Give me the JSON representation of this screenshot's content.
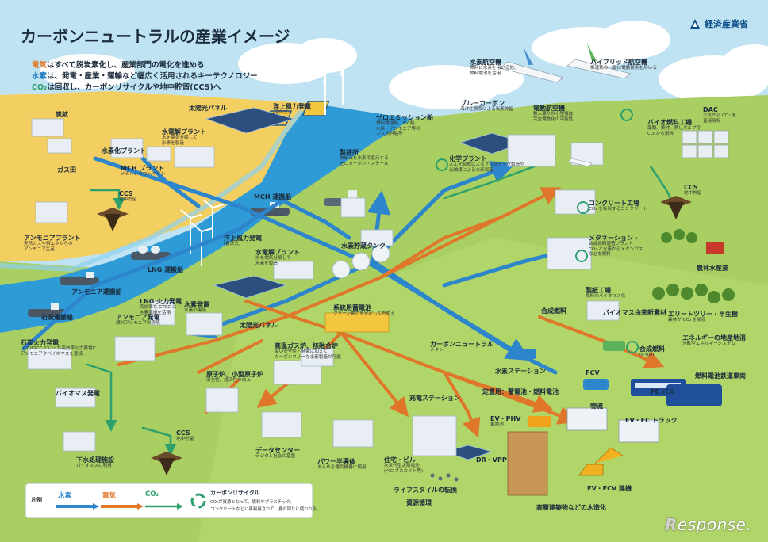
{
  "header": {
    "title": "カーボンニュートラルの産業イメージ",
    "ministry": "経済産業省",
    "intro": [
      {
        "keyword": "電気",
        "rest": "はすべて脱炭素化し、産業部門の電化を進める"
      },
      {
        "keyword": "水素",
        "rest": "は、発電・産業・運輸など幅広く活用されるキーテクノロジー"
      },
      {
        "keyword": "CO₂",
        "rest": "は回収し、カーボンリサイクルや地中貯留(CCS)へ"
      }
    ]
  },
  "colors": {
    "hydrogen": "#2d86cc",
    "electricity": "#e0762a",
    "co2": "#2ea06c",
    "sea": "#2f9bd6",
    "sky": "#bfe3f2",
    "land": "#a9cf62",
    "desert": "#f3cf62"
  },
  "labels": [
    {
      "id": "coal-mine",
      "title": "炭鉱",
      "sub": []
    },
    {
      "id": "gas-field",
      "title": "ガス田",
      "sub": []
    },
    {
      "id": "hydrogen-plant",
      "title": "水素化プラント",
      "sub": []
    },
    {
      "id": "solar-panel-1",
      "title": "太陽光パネル",
      "sub": []
    },
    {
      "id": "electrolysis-plant-1",
      "title": "水電解プラント",
      "sub": [
        "水を電気分解して",
        "水素を製造"
      ]
    },
    {
      "id": "mch-plant",
      "title": "MCH プラント",
      "sub": [
        "メチルシクロヘキサン"
      ]
    },
    {
      "id": "ccs-1",
      "title": "CCS",
      "sub": [
        "地中貯留"
      ]
    },
    {
      "id": "ammonia-plant",
      "title": "アンモニアプラント",
      "sub": [
        "天然ガスや再エネからの",
        "アンモニア生産"
      ]
    },
    {
      "id": "offshore-wind-floating",
      "title": "洋上風力発電",
      "sub": [
        "(浮体式)"
      ]
    },
    {
      "id": "offshore-wind-fixed",
      "title": "洋上風力発電",
      "sub": [
        "(着床式)"
      ]
    },
    {
      "id": "mch-ship",
      "title": "MCH 運搬船",
      "sub": []
    },
    {
      "id": "lng-ship",
      "title": "LNG 運搬船",
      "sub": []
    },
    {
      "id": "ammonia-ship",
      "title": "アンモニア運搬船",
      "sub": []
    },
    {
      "id": "coal-ship",
      "title": "石炭運搬船",
      "sub": []
    },
    {
      "id": "electrolysis-plant-2",
      "title": "水電解プラント",
      "sub": [
        "水を電気分解して",
        "水素を製造"
      ]
    },
    {
      "id": "zero-emission-ship",
      "title": "ゼロエミッション船",
      "sub": [
        "燃料電池船、EV 船、",
        "水素・アンモニア等の",
        "ガス燃料船等"
      ]
    },
    {
      "id": "steel-mill",
      "title": "製鉄所",
      "sub": [
        "鉄鉱石を水素で還元する",
        "ゼロカーボン・スチール"
      ]
    },
    {
      "id": "blue-carbon",
      "title": "ブルーカーボン",
      "sub": [
        "海洋生態系による炭素貯留"
      ]
    },
    {
      "id": "hydrogen-tank",
      "title": "水素貯蔵タンク",
      "sub": []
    },
    {
      "id": "chemical-plant",
      "title": "化学プラント",
      "sub": [
        "人工光合成によるプラスチック製造や",
        "光触媒による水素製造"
      ]
    },
    {
      "id": "hydrogen-aircraft",
      "title": "水素航空機",
      "sub": [
        "燃料に水素を用いる他、",
        "燃料電池を活用"
      ]
    },
    {
      "id": "hybrid-aircraft",
      "title": "ハイブリッド航空機",
      "sub": [
        "推進系の一部に電動技術を用いる"
      ]
    },
    {
      "id": "electric-aircraft",
      "title": "電動航空機",
      "sub": [
        "数人乗りの小型機は",
        "完全電動化の可能性"
      ]
    },
    {
      "id": "biofuel-plant",
      "title": "バイオ燃料工場",
      "sub": [
        "藻類、廃材、蔗しパルプで",
        "CO₂から燃料"
      ]
    },
    {
      "id": "dac",
      "title": "DAC",
      "sub": [
        "大気から CO₂ を",
        "直接吸収"
      ]
    },
    {
      "id": "ccs-2",
      "title": "CCS",
      "sub": [
        "地中貯留"
      ]
    },
    {
      "id": "concrete-plant",
      "title": "コンクリート工場",
      "sub": [
        "CO₂ を吸収するコンクリート"
      ]
    },
    {
      "id": "methanation-plant",
      "title": "メタネーション・",
      "sub": [
        "合成燃料製造プラント",
        "CO₂ と水素からメタンガス",
        "などを燃料"
      ]
    },
    {
      "id": "agriculture",
      "title": "農林水産業",
      "sub": []
    },
    {
      "id": "lng-power",
      "title": "LNG 火力発電",
      "sub": [
        "高効率な GTCC に",
        "水素混焼を活用"
      ]
    },
    {
      "id": "hydrogen-power",
      "title": "水素発電",
      "sub": [
        "水素の専焼"
      ]
    },
    {
      "id": "solar-panel-2",
      "title": "太陽光パネル",
      "sub": []
    },
    {
      "id": "storage-battery",
      "title": "系統用蓄電池",
      "sub": [
        "クリーン電力を安定して貯める"
      ]
    },
    {
      "id": "ammonia-power",
      "title": "アンモニア発電",
      "sub": [
        "燃料アンモニアの専焼"
      ]
    },
    {
      "id": "coal-power",
      "title": "石炭火力発電",
      "sub": [
        "USC/IGCC といった高効率火力発電に",
        "アンモニアやバイオマスを混焼"
      ]
    },
    {
      "id": "htgr",
      "title": "高温ガス炉、核融合炉",
      "sub": [
        "高い安全性・発電に加えて",
        "カーボンフリーな水素製造が可能"
      ]
    },
    {
      "id": "nuclear",
      "title": "原子炉、小型原子炉",
      "sub": [
        "安全性、経済性の向上"
      ]
    },
    {
      "id": "biomass-power",
      "title": "バイオマス発電",
      "sub": []
    },
    {
      "id": "sewage",
      "title": "下水処理施設",
      "sub": [
        "バイオマスに利用"
      ]
    },
    {
      "id": "ccs-3",
      "title": "CCS",
      "sub": [
        "地中貯留"
      ]
    },
    {
      "id": "data-center",
      "title": "データセンター",
      "sub": [
        "デジタル社会の基盤"
      ]
    },
    {
      "id": "power-semiconductor",
      "title": "パワー半導体",
      "sub": [
        "あらゆる電気機器に使用"
      ]
    },
    {
      "id": "charging-station",
      "title": "充電ステーション",
      "sub": []
    },
    {
      "id": "hydrogen-station",
      "title": "水素ステーション",
      "sub": []
    },
    {
      "id": "stationary-battery",
      "title": "定置用：蓄電池・燃料電池",
      "sub": []
    },
    {
      "id": "housing",
      "title": "住宅・ビル",
      "sub": [
        "次世代型太陽電池",
        "(ペロブスカイト等)"
      ]
    },
    {
      "id": "dr-vpp",
      "title": "DR・VPP",
      "sub": []
    },
    {
      "id": "ev-phv",
      "title": "EV・PHV",
      "sub": [
        "蓄電池"
      ]
    },
    {
      "id": "lifestyle",
      "title": "ライフスタイルの転換",
      "sub": []
    },
    {
      "id": "resource-cycle",
      "title": "資源循環",
      "sub": []
    },
    {
      "id": "wooden-buildings",
      "title": "高層建築物などの木造化",
      "sub": []
    },
    {
      "id": "ev-fcv-construction",
      "title": "EV・FCV 建機",
      "sub": []
    },
    {
      "id": "logistics",
      "title": "物流",
      "sub": []
    },
    {
      "id": "ev-fc-truck",
      "title": "EV・FC トラック",
      "sub": []
    },
    {
      "id": "fc-bus",
      "title": "FC バス",
      "sub": []
    },
    {
      "id": "fcv",
      "title": "FCV",
      "sub": []
    },
    {
      "id": "fuel-cell-train",
      "title": "燃料電池鉄道車両",
      "sub": []
    },
    {
      "id": "synthetic-fuel",
      "title": "合成燃料",
      "sub": [
        "(e-fuel)"
      ]
    },
    {
      "id": "geothermal",
      "title": "エネルギーの地産地消",
      "sub": [
        "分散型エネルギーシステム"
      ]
    },
    {
      "id": "elite-tree",
      "title": "エリートツリー・早生樹",
      "sub": [
        "森林が CO₂ を吸収"
      ]
    },
    {
      "id": "paper-mill",
      "title": "製紙工場",
      "sub": [
        "燃料のバイオマス化"
      ]
    },
    {
      "id": "biomass-material",
      "title": "バイオマス由来新素材",
      "sub": []
    },
    {
      "id": "route-synthetic-fuel",
      "title": "合成燃料",
      "sub": []
    },
    {
      "id": "route-cn-methane",
      "title": "カーボンニュートラル",
      "sub": [
        "メタン"
      ]
    }
  ],
  "legend": {
    "label": "凡例",
    "hydrogen": "水素",
    "electricity": "電気",
    "co2": "CO₂",
    "recycle_title": "カーボンリサイクル",
    "recycle_desc_1": "CO₂が資源となって、燃料やプラスチック、",
    "recycle_desc_2": "コンクリートなどに再利用されて、身の回りに使われる。"
  },
  "brand": {
    "first": "R",
    "rest": "esponse."
  }
}
